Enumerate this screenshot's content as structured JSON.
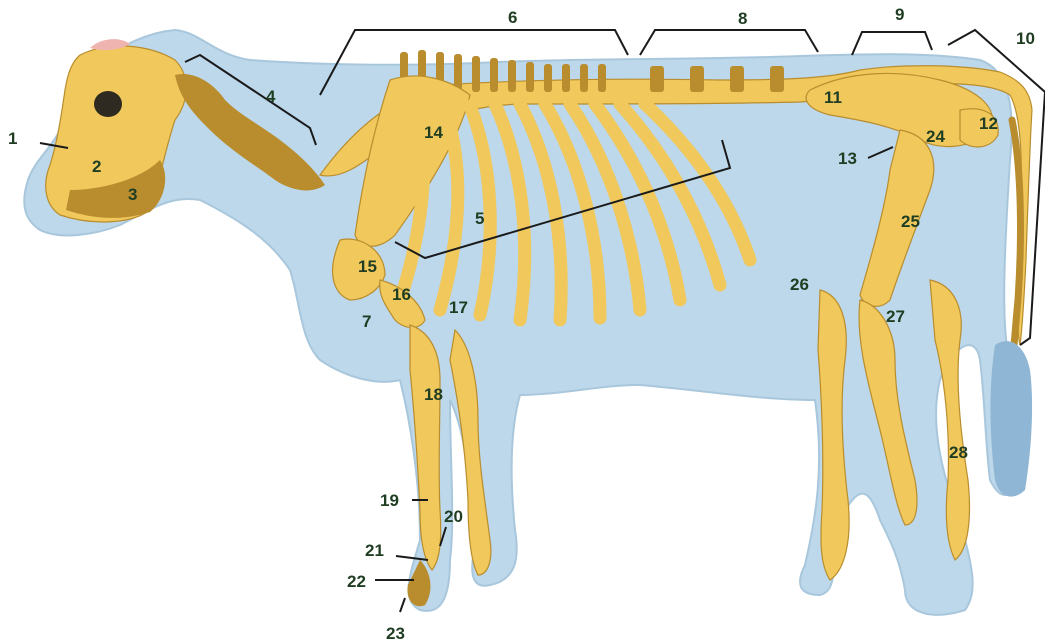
{
  "colors": {
    "body": "#bcd8ea",
    "body_stroke": "#a9c7dc",
    "bone": "#f0c85c",
    "bone_light": "#f7dc8a",
    "bone_dark": "#b98d2e",
    "cartilage": "#efb3b0",
    "label": "#1f3d22",
    "line": "#1a1a1a"
  },
  "labels": [
    "1",
    "2",
    "3",
    "4",
    "5",
    "6",
    "7",
    "8",
    "9",
    "10",
    "11",
    "12",
    "13",
    "14",
    "15",
    "16",
    "17",
    "18",
    "19",
    "20",
    "21",
    "22",
    "23",
    "24",
    "25",
    "26",
    "27",
    "28"
  ]
}
